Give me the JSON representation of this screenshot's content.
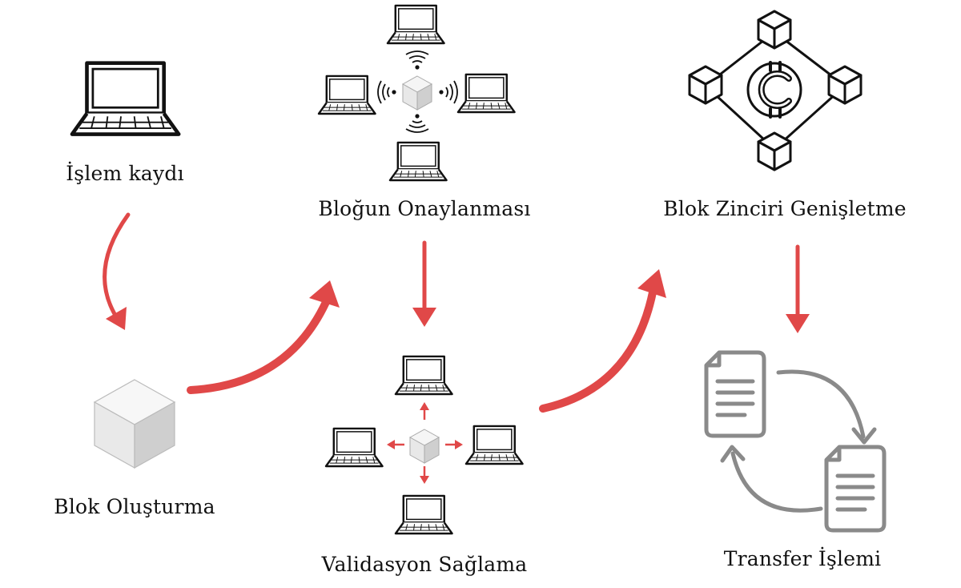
{
  "steps": [
    {
      "id": "islem-kaydi",
      "label": "İşlem kaydı",
      "icon": "laptop-icon"
    },
    {
      "id": "blok-olusturma",
      "label": "Blok Oluşturma",
      "icon": "cube-icon"
    },
    {
      "id": "blogun-onaylanmasi",
      "label": "Bloğun Onaylanması",
      "icon": "broadcast-network-icon"
    },
    {
      "id": "validasyon-saglama",
      "label": "Validasyon Sağlama",
      "icon": "validation-network-icon"
    },
    {
      "id": "blok-zinciri-genisletme",
      "label": "Blok Zinciri Genişletme",
      "icon": "blockchain-coin-icon"
    },
    {
      "id": "transfer-islemi",
      "label": "Transfer İşlemi",
      "icon": "document-exchange-icon"
    }
  ],
  "colors": {
    "arrow": "#e04848",
    "line": "#111111",
    "gray": "#8a8a8a"
  }
}
